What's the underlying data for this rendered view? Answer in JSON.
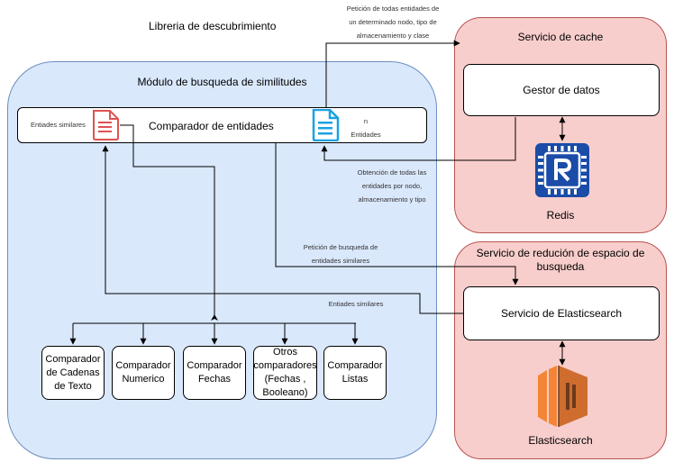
{
  "title": "Libreria de descubrimiento",
  "similarity_module": {
    "title": "Módulo de busqueda de similitudes",
    "comparator_box": "Comparador de entidades",
    "similar_entities_small": "Entiades similares",
    "n_entities": "n\nEntidades",
    "comparators": [
      "Comparador\nde Cadenas\nde Texto",
      "Comparador\nNumerico",
      "Comparador\nFechas",
      "Otros\ncomparadores\n(Fechas ,\nBooleano)",
      "Comparador\nListas"
    ]
  },
  "cache_service": {
    "title": "Servicio de cache",
    "manager": "Gestor de datos",
    "redis_label": "Redis",
    "redis_icon": "redis-icon",
    "redis_color": "#1A4CA8"
  },
  "reduction_service": {
    "title": "Servicio de redución de espacio de\nbusqueda",
    "es_box": "Servicio de Elasticsearch",
    "es_label": "Elasticsearch",
    "es_icon": "elasticsearch-icon",
    "es_color": "#F58536"
  },
  "edge_labels": {
    "request_all": "Petición de todas entidades de\nun determinado nodo, tipo de\nalmacenamiento y clase",
    "get_all": "Obtención de todas las\nentidades por nodo,\nalmacenamiento y tipo",
    "search_request": "Petición de busqueda de\nentidades similares",
    "similar_entities": "Entiades similares"
  },
  "colors": {
    "module_fill": "#dae8fc",
    "module_stroke": "#6c8ebf",
    "service_fill": "#f8cecc",
    "service_stroke": "#b85450",
    "doc_red": "#e05252",
    "doc_cyan": "#1ba1e2"
  }
}
